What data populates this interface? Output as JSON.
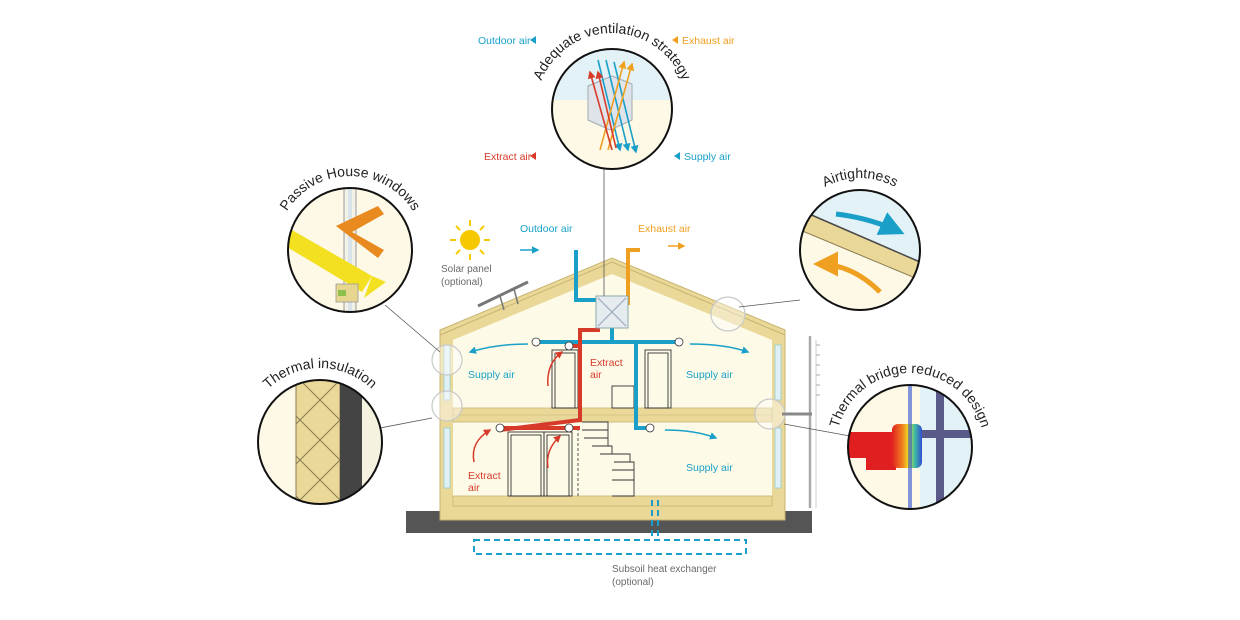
{
  "labels": {
    "top_outdoor_air": "Outdoor air",
    "top_exhaust_air": "Exhaust air",
    "top_extract_air": "Extract air",
    "top_supply_air": "Supply air",
    "outdoor_air": "Outdoor air",
    "exhaust_air": "Exhaust air",
    "solar_panel_1": "Solar panel",
    "solar_panel_2": "(optional)",
    "upper_supply_left": "Supply air",
    "upper_supply_right": "Supply air",
    "upper_extract_1": "Extract",
    "upper_extract_2": "air",
    "lower_extract_1": "Extract",
    "lower_extract_2": "air",
    "lower_supply": "Supply air",
    "subsoil_1": "Subsoil heat exchanger",
    "subsoil_2": "(optional)"
  },
  "titles": {
    "ventilation": "Adequate ventilation strategy",
    "windows": "Passive House windows",
    "airtightness": "Airtightness",
    "insulation": "Thermal insulation",
    "thermal_bridge": "Thermal bridge reduced design"
  },
  "colors": {
    "supply_blue": "#1aa0c8",
    "exhaust_orange": "#f0a020",
    "extract_red": "#d83a2a",
    "wall_tan": "#e9d898",
    "interior_cream": "#fdfbe8"
  }
}
